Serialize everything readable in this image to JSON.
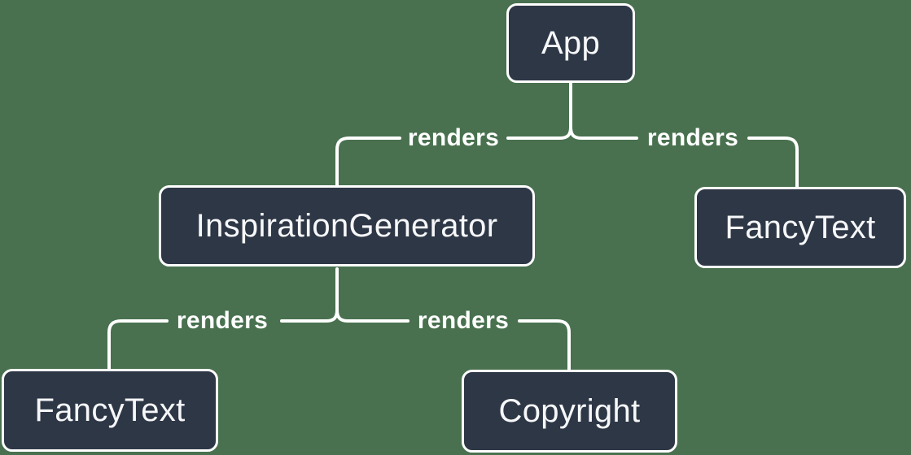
{
  "colors": {
    "background": "#49714F",
    "node_fill": "#2E3746",
    "node_border": "#FFFFFF",
    "connector": "#FFFFFF",
    "node_text": "#F6F7F9",
    "label_text": "#FFFFFF"
  },
  "nodes": [
    {
      "id": "app",
      "label": "App"
    },
    {
      "id": "inspiration-generator",
      "label": "InspirationGenerator"
    },
    {
      "id": "fancy-text-top",
      "label": "FancyText"
    },
    {
      "id": "fancy-text-bottom",
      "label": "FancyText"
    },
    {
      "id": "copyright",
      "label": "Copyright"
    }
  ],
  "edges": [
    {
      "from": "App",
      "to": "InspirationGenerator",
      "label": "renders"
    },
    {
      "from": "App",
      "to": "FancyText",
      "label": "renders"
    },
    {
      "from": "InspirationGenerator",
      "to": "FancyText",
      "label": "renders"
    },
    {
      "from": "InspirationGenerator",
      "to": "Copyright",
      "label": "renders"
    }
  ]
}
